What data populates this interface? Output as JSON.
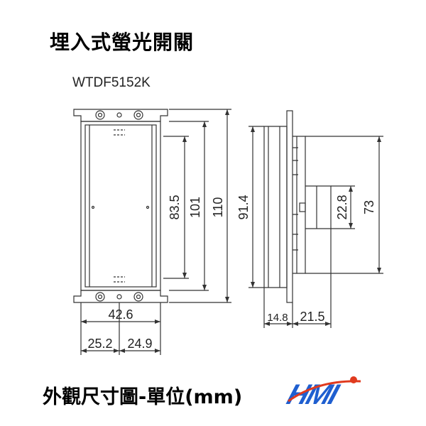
{
  "title": "埋入式螢光開關",
  "model": "WTDF5152K",
  "footer": "外觀尺寸圖-單位(mm)",
  "logo_text": "HMI",
  "dimensions": {
    "front_height_inner": "83.5",
    "front_height_mid": "101",
    "front_height_outer": "110",
    "front_width": "42.6",
    "front_left": "25.2",
    "front_right": "24.9",
    "side_height": "91.4",
    "side_depth_front": "14.8",
    "side_depth_back": "21.5",
    "side_small": "22.8",
    "side_body": "73"
  },
  "colors": {
    "line": "#333333",
    "logo_blue": "#1f5fd0",
    "logo_red": "#e03a1e"
  }
}
